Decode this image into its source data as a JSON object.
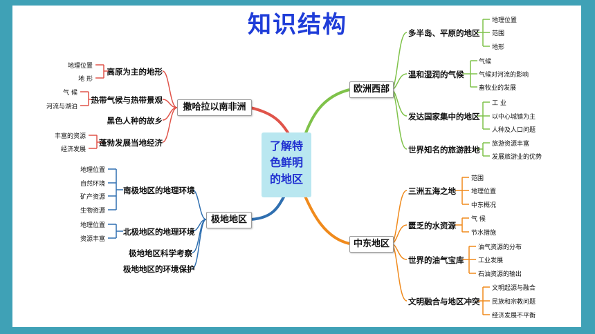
{
  "title": "知识结构",
  "center": {
    "line1": "了解特",
    "line2": "色鲜明",
    "line3": "的地区"
  },
  "colors": {
    "background": "#3fa1b6",
    "title": "#1f3dd8",
    "center_fill": "#b9e7f0",
    "branch_red": "#e0544a",
    "branch_green": "#7fc24a",
    "branch_blue": "#2f6fb0",
    "branch_orange": "#f08a1c"
  },
  "branches": {
    "sahara": {
      "label": "撒哈拉以南非洲",
      "items": [
        {
          "label": "高原为主的地形",
          "subs": [
            "地理位置",
            "地  形"
          ]
        },
        {
          "label": "热带气候与热带景观",
          "subs": [
            "气  候",
            "河流与湖泊"
          ]
        },
        {
          "label": "黑色人种的故乡",
          "subs": []
        },
        {
          "label": "蓬勃发展当地经济",
          "subs": [
            "丰富的资源",
            "经济发展"
          ]
        }
      ]
    },
    "polar": {
      "label": "极地地区",
      "items": [
        {
          "label": "南极地区的地理环境",
          "subs": [
            "地理位置",
            "自然环境",
            "矿产资源",
            "生物资源"
          ]
        },
        {
          "label": "北极地区的地理环境",
          "subs": [
            "地理位置",
            "资源丰富"
          ]
        },
        {
          "label": "极地地区科学考察",
          "subs": []
        },
        {
          "label": "极地地区的环境保护",
          "subs": []
        }
      ]
    },
    "europe": {
      "label": "欧洲西部",
      "items": [
        {
          "label": "多半岛、平原的地区",
          "subs": [
            "地理位置",
            "范围",
            "地形"
          ]
        },
        {
          "label": "温和湿润的气候",
          "subs": [
            "气候",
            "气候对河流的影响",
            "畜牧业的发展"
          ]
        },
        {
          "label": "发达国家集中的地区",
          "subs": [
            "工  业",
            "以中心城镇为主",
            "人种及人口问题"
          ]
        },
        {
          "label": "世界知名的旅游胜地",
          "subs": [
            "旅游资源丰富",
            "发展旅游业的优势"
          ]
        }
      ]
    },
    "mideast": {
      "label": "中东地区",
      "items": [
        {
          "label": "三洲五海之地",
          "subs": [
            "范围",
            "地理位置",
            "中东概况"
          ]
        },
        {
          "label": "匮乏的水资源",
          "subs": [
            "气  候",
            "节水措施"
          ]
        },
        {
          "label": "世界的油气宝库",
          "subs": [
            "油气资源的分布",
            "工业发展",
            "石油资源的输出"
          ]
        },
        {
          "label": "文明融合与地区冲突",
          "subs": [
            "文明起源与融合",
            "民族和宗教问题",
            "经济发展不平衡"
          ]
        }
      ]
    }
  }
}
